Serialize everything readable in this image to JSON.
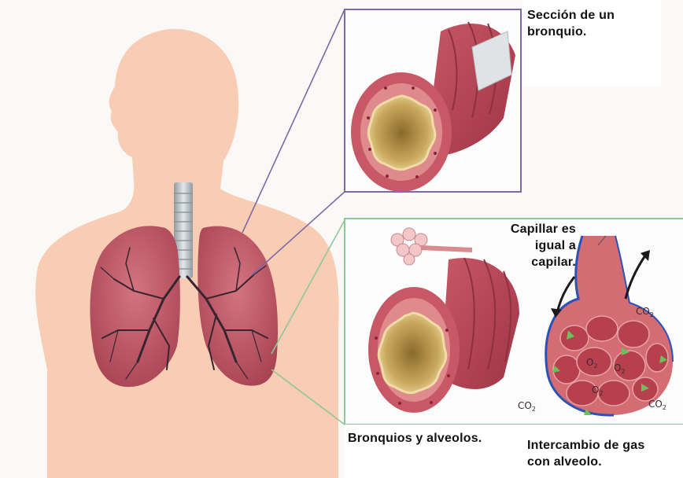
{
  "labels": {
    "bronchus_section": [
      "Sección de un",
      "bronquio."
    ],
    "capillary_note": [
      "Capillar es",
      "igual a",
      "capilar."
    ],
    "bronchi_alveoli": "Bronquios y alveolos.",
    "gas_exchange": [
      "Intercambio de gas",
      "con alveolo."
    ]
  },
  "chem": {
    "co2": "CO",
    "o2": "O",
    "sub2": "2"
  },
  "colors": {
    "skin": "#f8cdb3",
    "tissue": "#b84a56",
    "tissue_light": "#d46c73",
    "lumen": "#c2a16a",
    "purple_frame": "#7a6aa8",
    "green_frame": "#8fc79a",
    "capillary_blue": "#2a52b8"
  }
}
